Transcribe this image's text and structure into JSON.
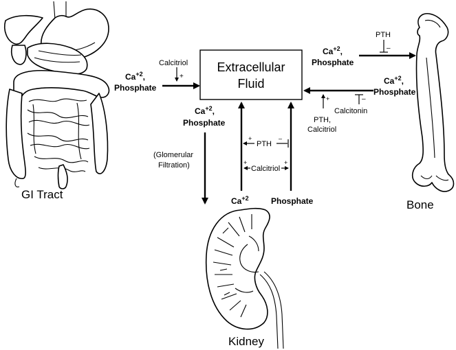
{
  "organs": {
    "gi_tract": "GI Tract",
    "bone": "Bone",
    "kidney": "Kidney"
  },
  "center_box": {
    "line1": "Extracellular",
    "line2": "Fluid"
  },
  "ions": {
    "ca": "Ca",
    "ca_superscript": "+2",
    "comma": ",",
    "phosphate": "Phosphate"
  },
  "regulators": {
    "calcitriol": "Calcitriol",
    "pth": "PTH",
    "pth_calcitriol": "PTH,",
    "calcitriol_line2": "Calcitriol",
    "calcitonin": "Calcitonin",
    "plus": "+",
    "minus": "–"
  },
  "kidney_labels": {
    "glomerular_line1": "(Glomerular",
    "glomerular_line2": "Filtration)"
  }
}
